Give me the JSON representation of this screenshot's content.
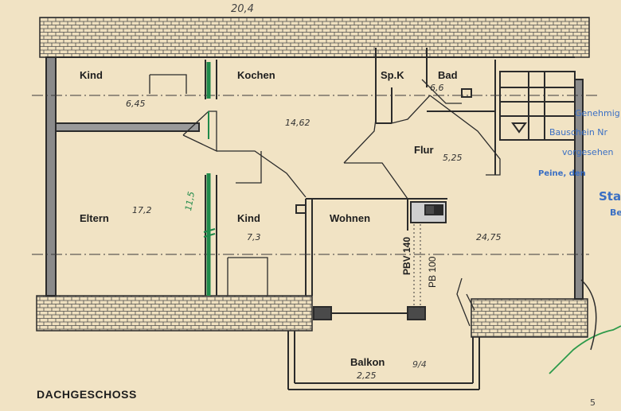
{
  "title": "DACHGESCHOSS",
  "top_dimension": "20,4",
  "rooms": [
    {
      "id": "kind1",
      "label": "Kind",
      "area": "6,45"
    },
    {
      "id": "kochen",
      "label": "Kochen",
      "area": "14,62"
    },
    {
      "id": "spk",
      "label": "Sp.K",
      "area": ""
    },
    {
      "id": "bad",
      "label": "Bad",
      "area": "6,6"
    },
    {
      "id": "flur",
      "label": "Flur",
      "area": "5,25"
    },
    {
      "id": "eltern",
      "label": "Eltern",
      "area": "17,2"
    },
    {
      "id": "kind2",
      "label": "Kind",
      "area": "7,3"
    },
    {
      "id": "wohnen",
      "label": "Wohnen",
      "area": "24,75"
    },
    {
      "id": "balkon",
      "label": "Balkon",
      "area": "2,25"
    }
  ],
  "annotations": {
    "pbv": "PBV 140",
    "pb": "PB 100",
    "wall_note": "11,5",
    "balkon_note": "9/4",
    "page_number": "5"
  },
  "stamp": {
    "line1": "Genehmig",
    "line2": "Bauschein Nr",
    "line3": "vorgesehen",
    "line4": "Peine, den",
    "line5": "Sta",
    "line6": "Be"
  },
  "colors": {
    "paper": "#f1e3c4",
    "line": "#2b2b2b",
    "green_marker": "#1f8a4a",
    "stamp_blue": "#3a6fc4"
  }
}
